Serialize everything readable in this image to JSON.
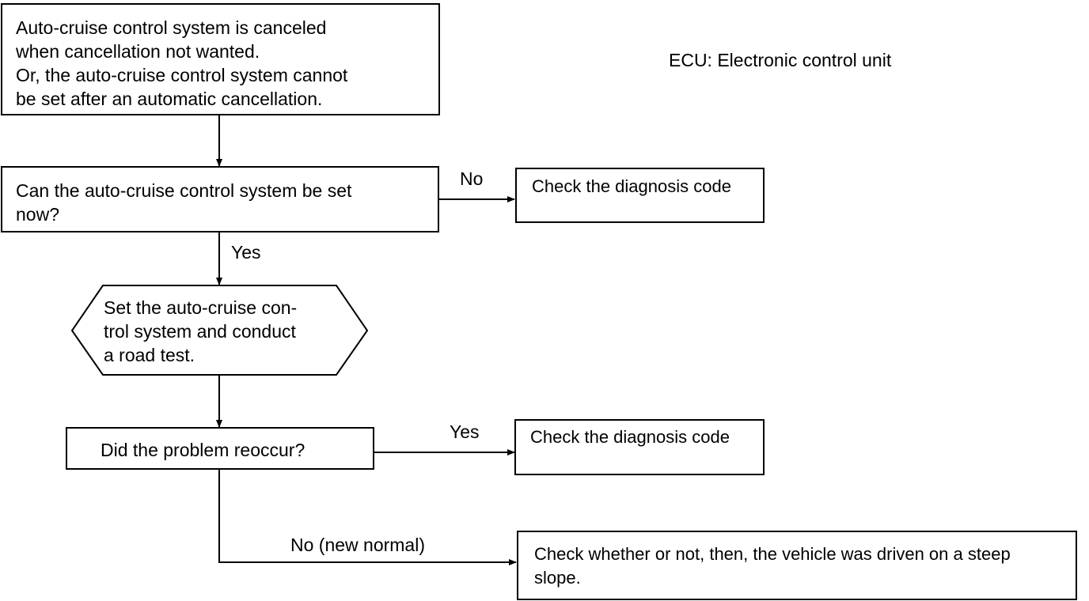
{
  "legend": "ECU: Electronic control unit",
  "start_box": {
    "line1": "Auto-cruise control system is canceled",
    "line2": "when cancellation not wanted.",
    "line3": "Or, the auto-cruise control system cannot",
    "line4": "be set after an automatic cancellation."
  },
  "question1": {
    "line1": "Can the auto-cruise control system be set",
    "line2": "now?"
  },
  "question1_no": "No",
  "question1_no_action": "Check the diagnosis code",
  "question1_yes": "Yes",
  "process": {
    "line1": "Set the auto-cruise con-",
    "line2": "trol system and conduct",
    "line3": "a road test."
  },
  "question2": "Did the problem reoccur?",
  "question2_yes": "Yes",
  "question2_yes_action": "Check the diagnosis code",
  "question2_no": "No (new normal)",
  "question2_no_action": {
    "line1": "Check whether or not, then, the vehicle was driven on a steep",
    "line2": "slope."
  }
}
